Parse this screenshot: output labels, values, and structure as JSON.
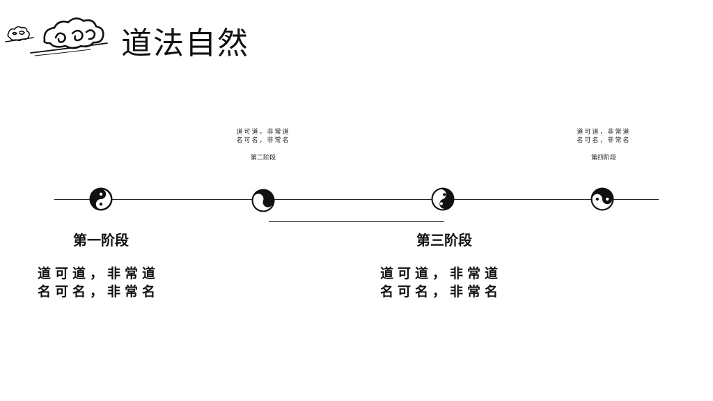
{
  "title": "道法自然",
  "icons": {
    "logo": "auspicious-cloud-icon",
    "stage_marker": "yin-yang-icon"
  },
  "colors": {
    "ink": "#111111",
    "background": "#ffffff"
  },
  "stages": [
    {
      "label": "第一阶段",
      "lines": [
        "道可道，非常道",
        "名可名，非常名"
      ]
    },
    {
      "label": "第二阶段",
      "lines": [
        "道可道，非常道",
        "名可名，非常名"
      ]
    },
    {
      "label": "第三阶段",
      "lines": [
        "道可道，非常道",
        "名可名，非常名"
      ]
    },
    {
      "label": "第四阶段",
      "lines": [
        "道可道，非常道",
        "名可名，非常名"
      ]
    }
  ]
}
